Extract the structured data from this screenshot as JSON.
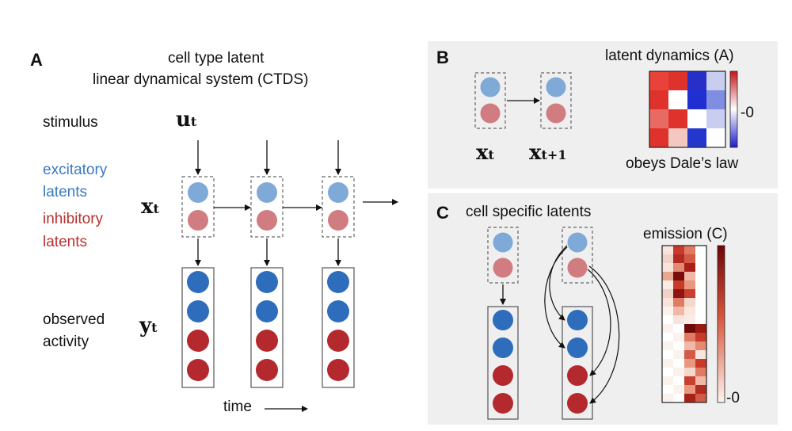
{
  "panel_a": {
    "letter": "A",
    "title_line1": "cell type latent",
    "title_line2": "linear dynamical system (CTDS)",
    "stimulus_label": "stimulus",
    "excitatory_line1": "excitatory",
    "excitatory_line2": "latents",
    "inhibitory_line1": "inhibitory",
    "inhibitory_line2": "latents",
    "observed_line1": "observed",
    "observed_line2": "activity",
    "u_symbol": "u",
    "u_sub": "t",
    "x_symbol": "x",
    "x_sub": "t",
    "y_symbol": "y",
    "y_sub": "t",
    "time_label": "time"
  },
  "panel_b": {
    "letter": "B",
    "title": "latent dynamics (A)",
    "x_symbol": "x",
    "x_sub": "t",
    "x_next_symbol": "x",
    "x_next_sub": "t+1",
    "colorbar_label": "-0",
    "caption": "obeys Dale’s law",
    "heatmap": [
      [
        "#e8423a",
        "#e0322c",
        "#2630c8",
        "#c9cdf0"
      ],
      [
        "#e0322c",
        "#ffffff",
        "#1f2fd0",
        "#7f8ee0"
      ],
      [
        "#e86a64",
        "#e0322c",
        "#ffffff",
        "#c9cdf0"
      ],
      [
        "#e0322c",
        "#f3c8c0",
        "#2437cc",
        "#ffffff"
      ]
    ]
  },
  "panel_c": {
    "letter": "C",
    "title": "cell specific latents",
    "emission_label": "emission (C)",
    "colorbar_label": "-0",
    "emission_rows": [
      [
        "#f6e4dd",
        "#c93a2d",
        "#e07a62",
        "#ffffff"
      ],
      [
        "#f1d2c8",
        "#b22a22",
        "#d45a48",
        "#ffffff"
      ],
      [
        "#f6e4dd",
        "#e38a70",
        "#a82018",
        "#ffffff"
      ],
      [
        "#e8a890",
        "#7a0c0c",
        "#f0b8a6",
        "#ffffff"
      ],
      [
        "#f8ece6",
        "#c83a2a",
        "#e8987e",
        "#ffffff"
      ],
      [
        "#f1d2c8",
        "#8e1414",
        "#c84030",
        "#ffffff"
      ],
      [
        "#f6e4dd",
        "#e07a62",
        "#f5d8cc",
        "#ffffff"
      ],
      [
        "#fbf2ee",
        "#f0b8a6",
        "#fbe6de",
        "#ffffff"
      ],
      [
        "#ffffff",
        "#f6e4dd",
        "#f8ece6",
        "#ffffff"
      ],
      [
        "#fbf2ee",
        "#ffffff",
        "#6e0a0a",
        "#9a1a14"
      ],
      [
        "#ffffff",
        "#fbf2ee",
        "#e07a62",
        "#c83a2a"
      ],
      [
        "#fbf2ee",
        "#ffffff",
        "#f0b8a6",
        "#e38a70"
      ],
      [
        "#ffffff",
        "#fbf2ee",
        "#d45a48",
        "#f6e4dd"
      ],
      [
        "#fbf2ee",
        "#ffffff",
        "#e8987e",
        "#c93a2d"
      ],
      [
        "#ffffff",
        "#fbf2ee",
        "#f5d8cc",
        "#e07a62"
      ],
      [
        "#fbf2ee",
        "#ffffff",
        "#c84030",
        "#f0b8a6"
      ],
      [
        "#ffffff",
        "#fbf2ee",
        "#e8987e",
        "#b22a22"
      ],
      [
        "#fbf2ee",
        "#ffffff",
        "#a82018",
        "#d45a48"
      ]
    ]
  },
  "colors": {
    "latent_blue": "#7fa9d6",
    "latent_red": "#d17c80",
    "observed_blue": "#2e6dbb",
    "observed_red": "#b3292d",
    "excitatory_text": "#3a78c2",
    "inhibitory_text": "#b8312f",
    "panel_bg": "#efefef"
  }
}
